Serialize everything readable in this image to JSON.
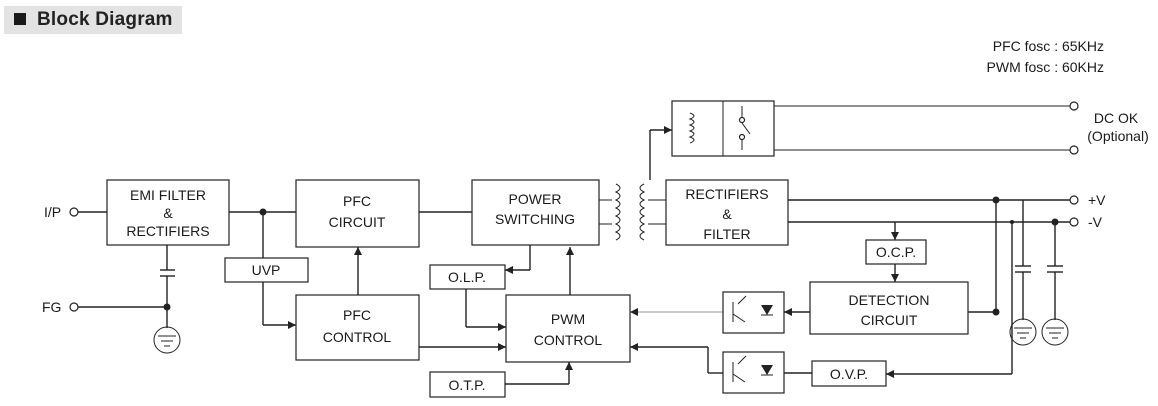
{
  "title": "Block Diagram",
  "freq_notes": [
    "PFC fosc : 65KHz",
    "PWM fosc : 60KHz"
  ],
  "terminals": {
    "input": "I/P",
    "ground": "FG",
    "pos_out": "+V",
    "neg_out": "-V",
    "dc_ok": "DC OK",
    "dc_ok_note": "(Optional)"
  },
  "blocks": {
    "emi_filter": [
      "EMI FILTER",
      "&",
      "RECTIFIERS"
    ],
    "pfc_circuit": [
      "PFC",
      "CIRCUIT"
    ],
    "power_switching": [
      "POWER",
      "SWITCHING"
    ],
    "rectifiers_filter": [
      "RECTIFIERS",
      "&",
      "FILTER"
    ],
    "uvp": "UVP",
    "pfc_control": [
      "PFC",
      "CONTROL"
    ],
    "olp": "O.L.P.",
    "pwm_control": [
      "PWM",
      "CONTROL"
    ],
    "otp": "O.T.P.",
    "ocp": "O.C.P.",
    "detection": [
      "DETECTION",
      "CIRCUIT"
    ],
    "ovp": "O.V.P."
  }
}
